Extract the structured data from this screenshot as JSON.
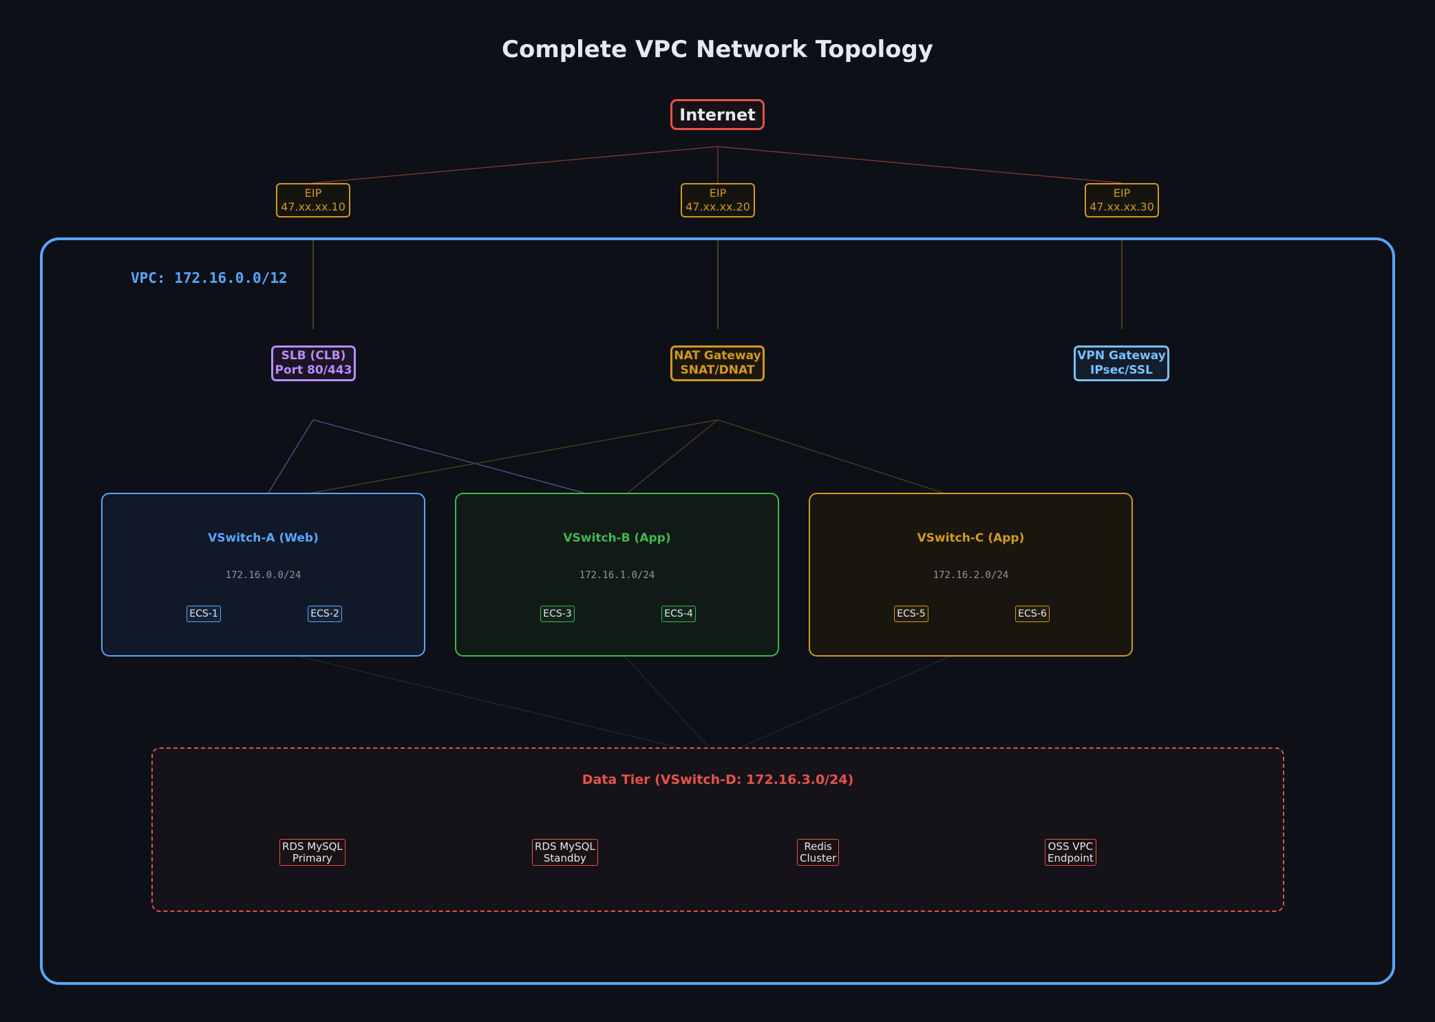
{
  "title": "Complete VPC Network Topology",
  "internet": "Internet",
  "eips": [
    {
      "label": "EIP",
      "ip": "47.xx.xx.10"
    },
    {
      "label": "EIP",
      "ip": "47.xx.xx.20"
    },
    {
      "label": "EIP",
      "ip": "47.xx.xx.30"
    }
  ],
  "vpc": {
    "label": "VPC: 172.16.0.0/12"
  },
  "gateways": {
    "slb": {
      "line1": "SLB (CLB)",
      "line2": "Port 80/443"
    },
    "nat": {
      "line1": "NAT Gateway",
      "line2": "SNAT/DNAT"
    },
    "vpn": {
      "line1": "VPN Gateway",
      "line2": "IPsec/SSL"
    }
  },
  "vswitches": [
    {
      "name": "VSwitch-A (Web)",
      "cidr": "172.16.0.0/24",
      "ecs": [
        "ECS-1",
        "ECS-2"
      ]
    },
    {
      "name": "VSwitch-B (App)",
      "cidr": "172.16.1.0/24",
      "ecs": [
        "ECS-3",
        "ECS-4"
      ]
    },
    {
      "name": "VSwitch-C (App)",
      "cidr": "172.16.2.0/24",
      "ecs": [
        "ECS-5",
        "ECS-6"
      ]
    }
  ],
  "data_tier": {
    "label": "Data Tier (VSwitch-D: 172.16.3.0/24)",
    "nodes": [
      {
        "line1": "RDS MySQL",
        "line2": "Primary"
      },
      {
        "line1": "RDS MySQL",
        "line2": "Standby"
      },
      {
        "line1": "Redis",
        "line2": "Cluster"
      },
      {
        "line1": "OSS VPC",
        "line2": "Endpoint"
      }
    ]
  },
  "colors": {
    "background": "#0d1017",
    "internet": "#e5534b",
    "eip": "#d29922",
    "vpc": "#58a6ff",
    "slb": "#bc8cff",
    "nat": "#d29922",
    "vpn": "#79c0ff",
    "web": "#58a6ff",
    "app_b": "#3fb950",
    "app_c": "#d29922",
    "data": "#e5534b"
  }
}
